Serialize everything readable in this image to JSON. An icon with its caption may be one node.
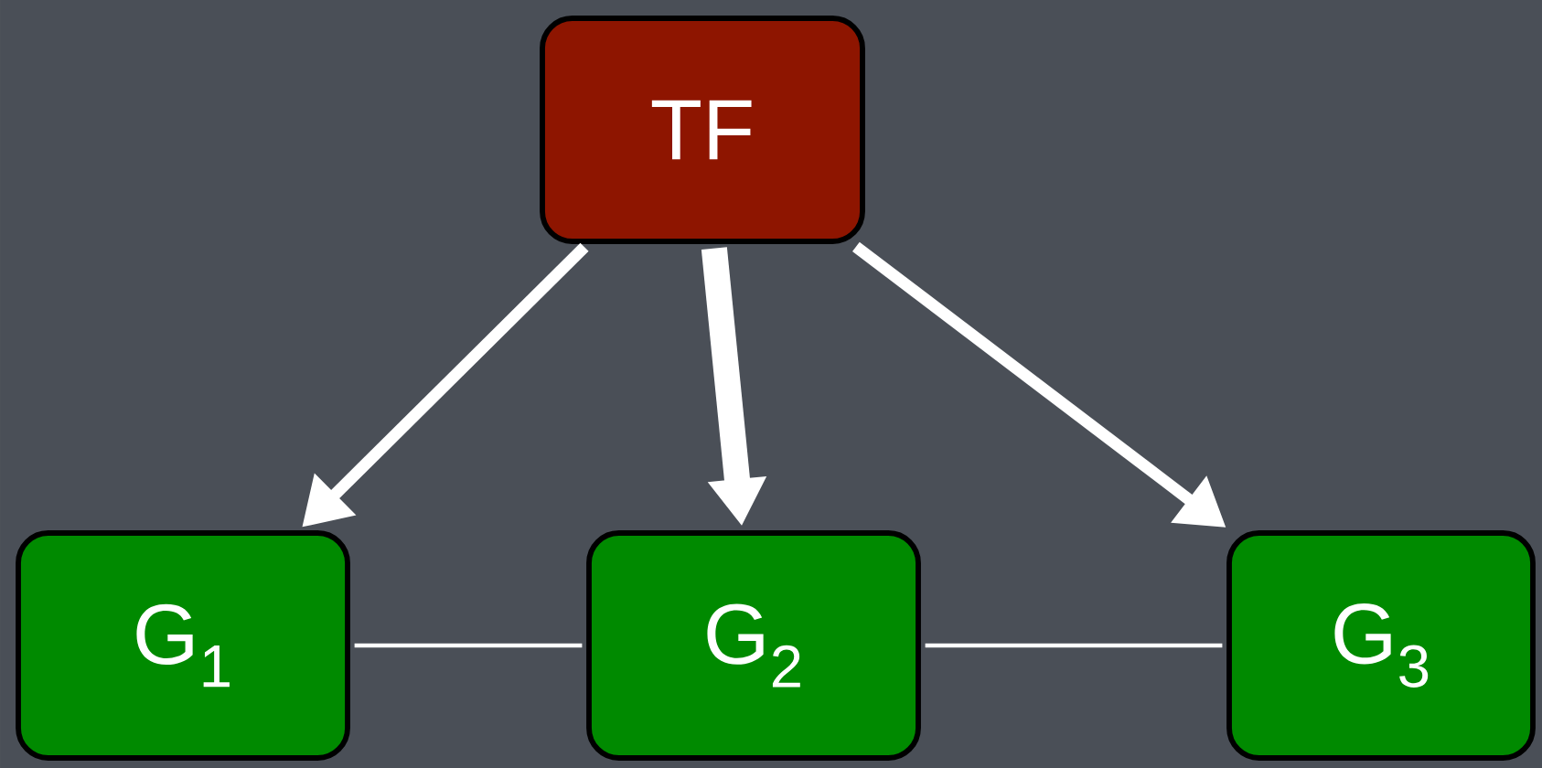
{
  "diagram": {
    "nodes": [
      {
        "text": [
          "TF"
        ]
      },
      {
        "text": [
          "G$_{1}$"
        ]
      },
      {
        "text": [
          "G$_{2}$"
        ]
      },
      {
        "text": [
          "G$_{3}$"
        ]
      }
    ],
    "edges": [
      {
        "from": 0,
        "to": 1,
        "arrow": "to"
      },
      {
        "from": 0,
        "to": 2,
        "arrow": "to",
        "style": "thick"
      },
      {
        "from": 0,
        "to": 3,
        "arrow": "to"
      },
      {
        "from": 1,
        "to": 2,
        "arrow": "none"
      },
      {
        "from": 2,
        "to": 3,
        "arrow": "none"
      }
    ]
  }
}
